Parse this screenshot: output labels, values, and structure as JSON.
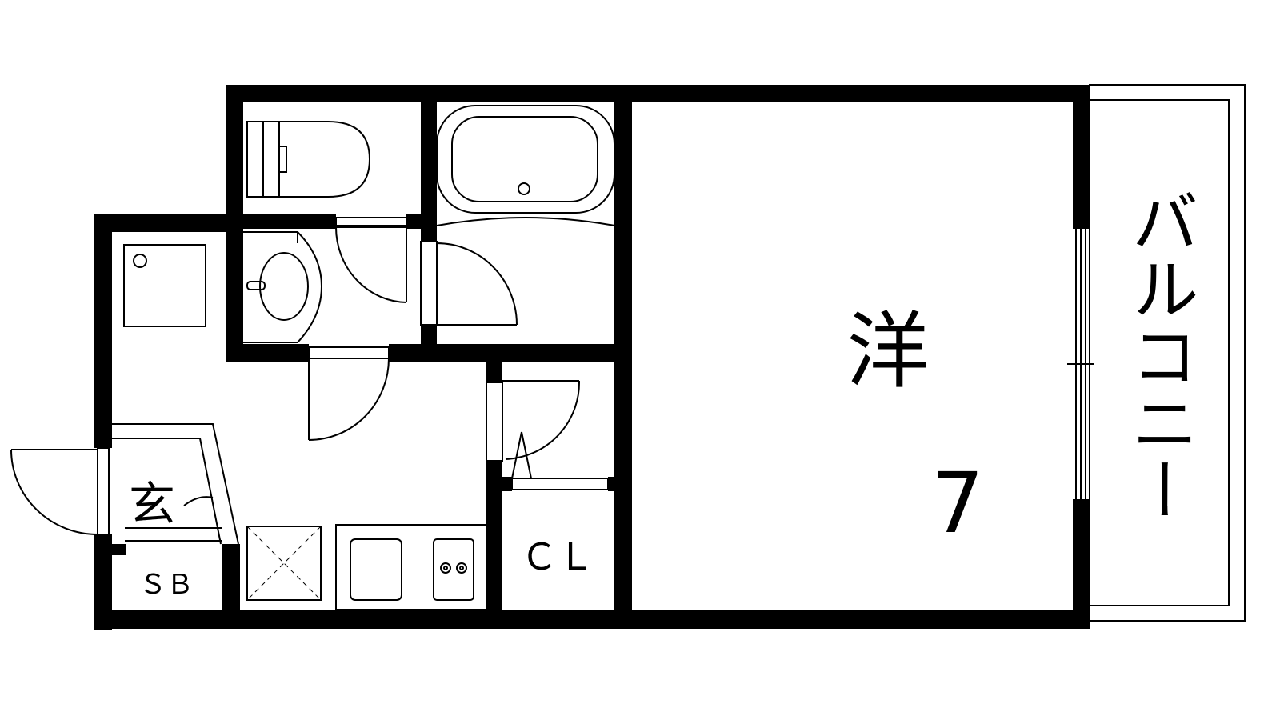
{
  "labels": {
    "room_western": "洋",
    "room_size": "7",
    "balcony": "バルコニー",
    "entrance": "玄",
    "shoe_box": "ＳＢ",
    "closet": "ＣＬ"
  },
  "colors": {
    "wall": "#000000",
    "background": "#ffffff"
  }
}
